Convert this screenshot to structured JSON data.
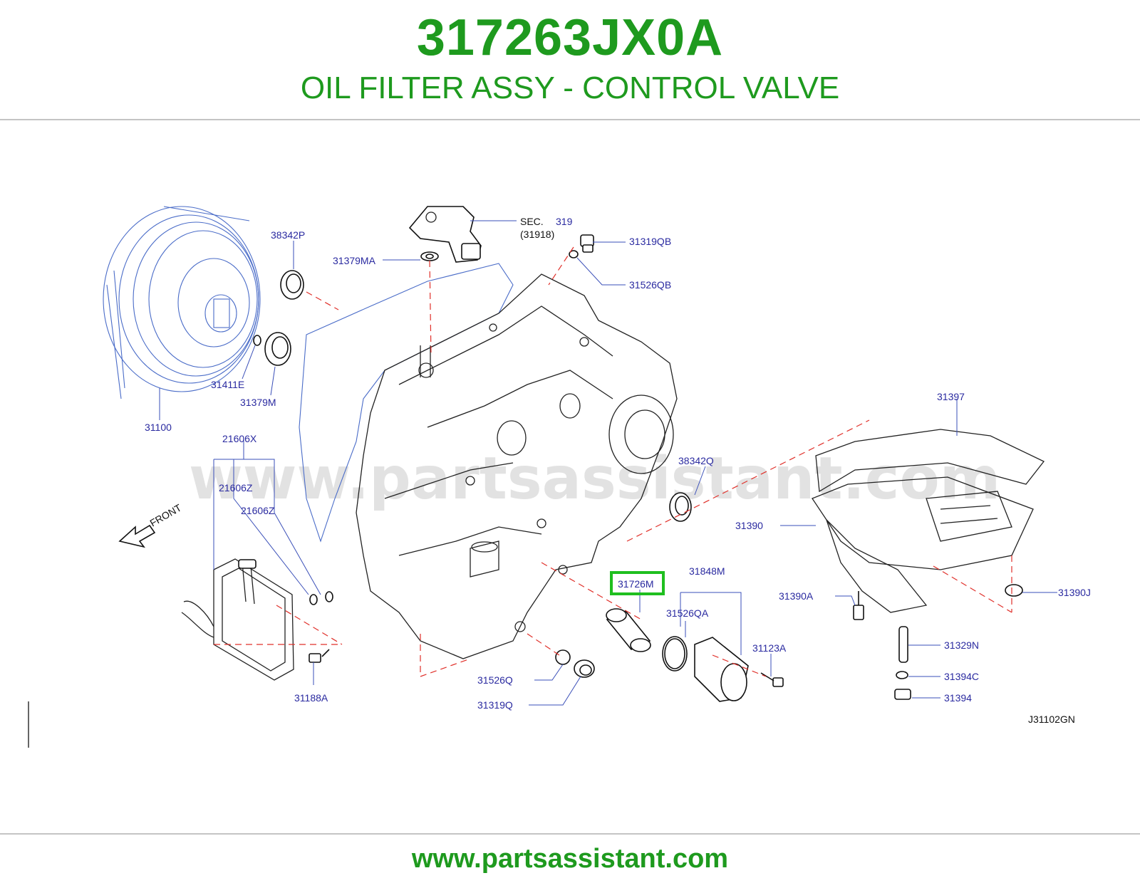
{
  "header": {
    "part_number": "317263JX0A",
    "part_name": "OIL FILTER ASSY - CONTROL VALVE"
  },
  "diagram": {
    "watermark": "www.partsassistant.com",
    "code": "J31102GN",
    "front_label": "FRONT",
    "sec_label": "SEC.",
    "sec_ref": "319",
    "sec_sub": "(31918)",
    "highlighted": "31726M",
    "highlight_color": "#1fbf1f",
    "labels": {
      "p31100": "31100",
      "p38342P": "38342P",
      "p31379MA": "31379MA",
      "p31411E": "31411E",
      "p31379M": "31379M",
      "p31319QB": "31319QB",
      "p31526QB": "31526QB",
      "p21606X": "21606X",
      "p21606Z_a": "21606Z",
      "p21606Z_b": "21606Z",
      "p31188A": "31188A",
      "p31526Q": "31526Q",
      "p31319Q": "31319Q",
      "p31726M": "31726M",
      "p31848M": "31848M",
      "p31526QA": "31526QA",
      "p31123A": "31123A",
      "p38342Q": "38342Q",
      "p31397": "31397",
      "p31390": "31390",
      "p31390A": "31390A",
      "p31390J": "31390J",
      "p31329N": "31329N",
      "p31394C": "31394C",
      "p31394": "31394"
    }
  },
  "footer": {
    "url": "www.partsassistant.com"
  }
}
